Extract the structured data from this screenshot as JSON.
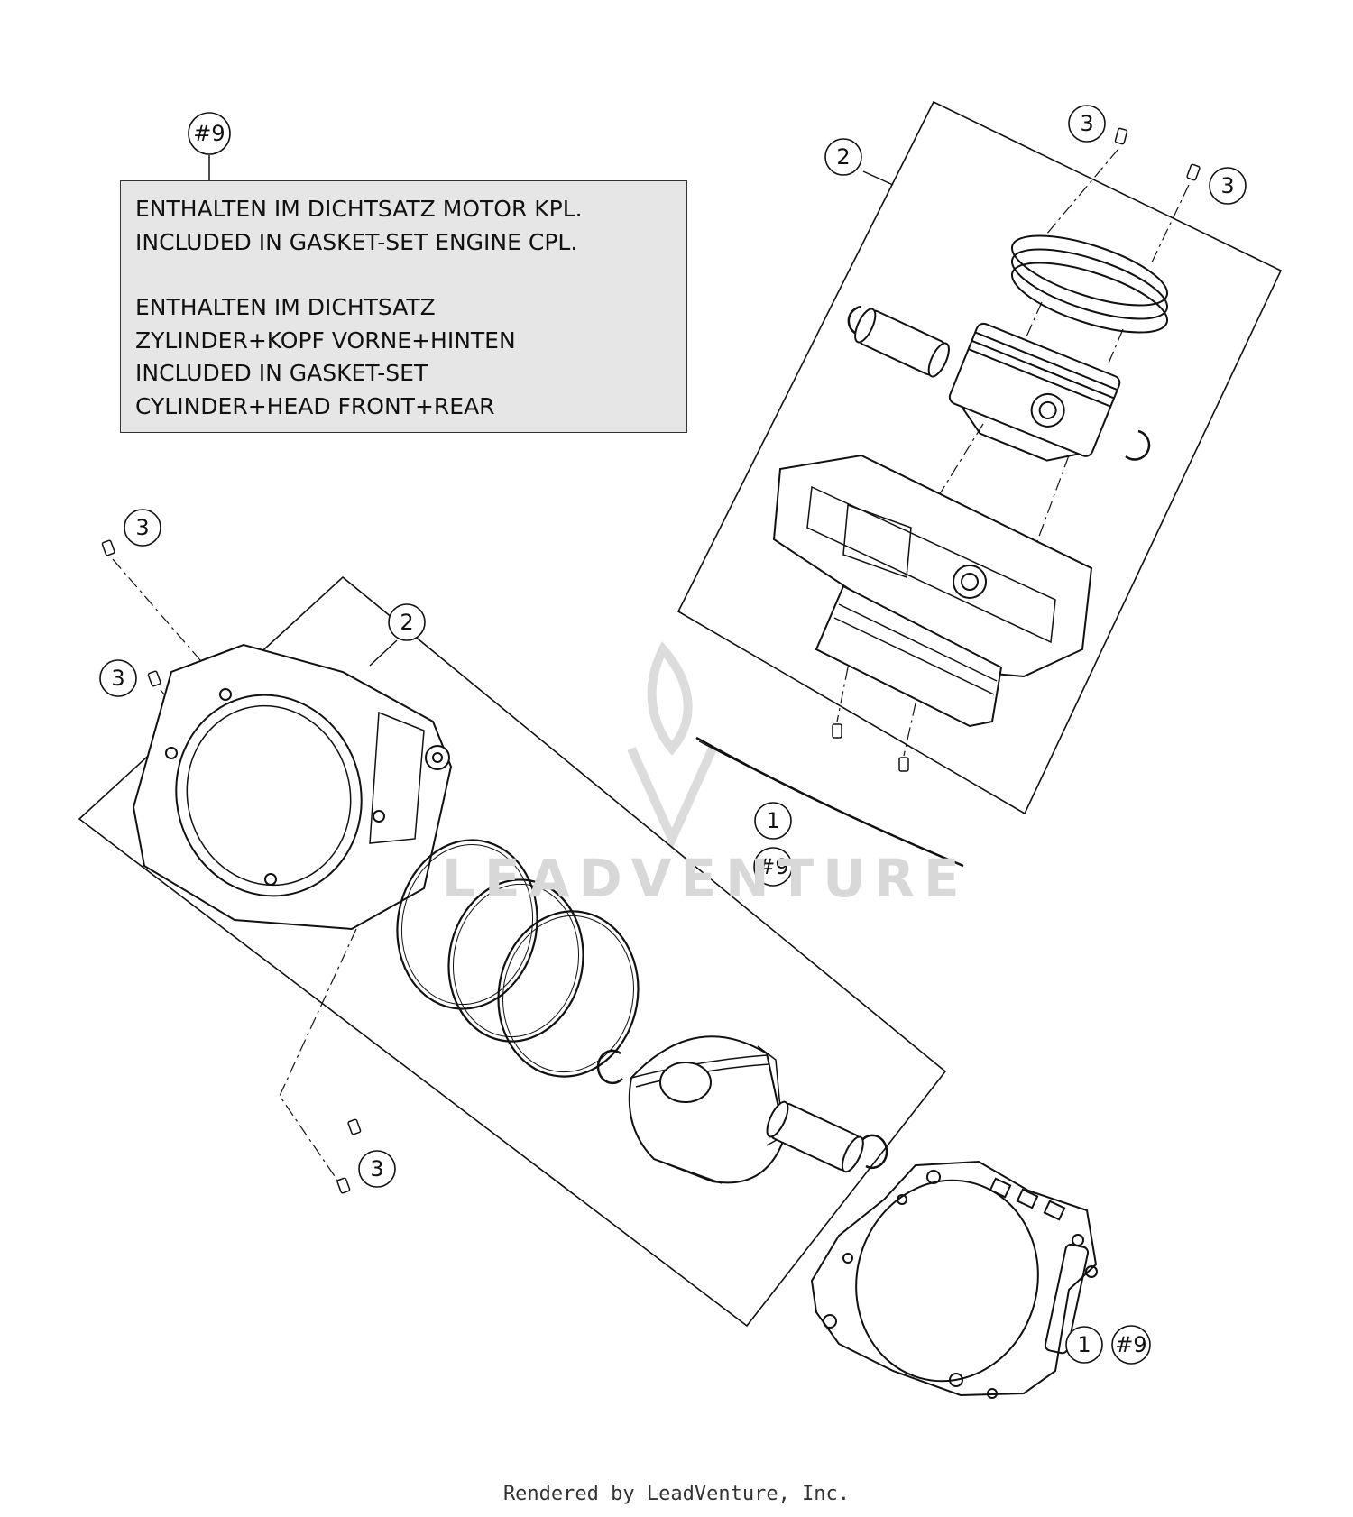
{
  "note": {
    "ref": "#9",
    "lines_group1": [
      "ENTHALTEN IM DICHTSATZ MOTOR KPL.",
      "INCLUDED IN GASKET-SET ENGINE CPL."
    ],
    "lines_group2": [
      "ENTHALTEN IM DICHTSATZ",
      "ZYLINDER+KOPF VORNE+HINTEN",
      "INCLUDED IN GASKET-SET",
      "CYLINDER+HEAD FRONT+REAR"
    ]
  },
  "callouts": {
    "upper_kit": "2",
    "upper_dowel_a": "3",
    "upper_dowel_b": "3",
    "left_dowel_top": "3",
    "left_dowel_mid": "3",
    "lower_kit": "2",
    "lower_dowel": "3",
    "mid_gasket_num": "1",
    "mid_gasket_ref": "#9",
    "base_gasket_num": "1",
    "base_gasket_ref": "#9"
  },
  "watermark": "LEADVENTURE",
  "footer": "Rendered by LeadVenture, Inc."
}
